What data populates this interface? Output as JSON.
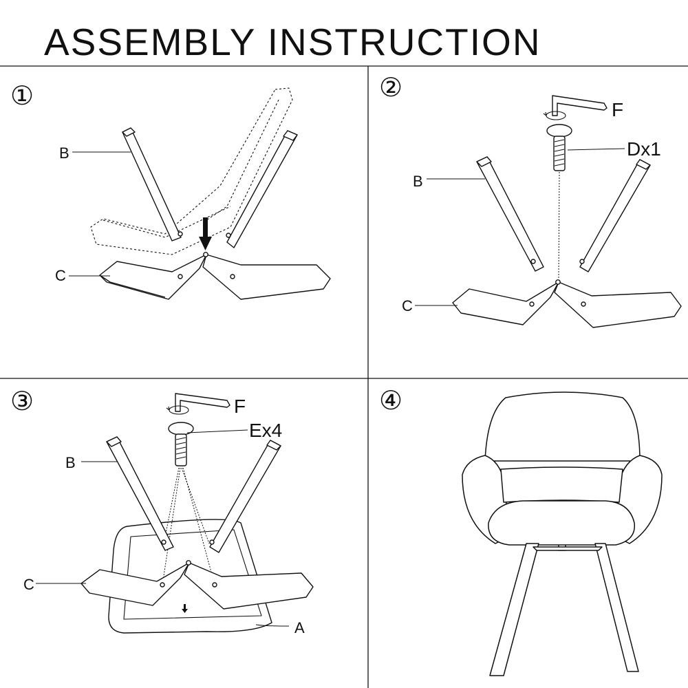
{
  "title": "ASSEMBLY INSTRUCTION",
  "steps": [
    {
      "number": "①",
      "labels": {
        "B": "B",
        "C": "C"
      }
    },
    {
      "number": "②",
      "labels": {
        "B": "B",
        "C": "C",
        "tool": "F",
        "bolt": "Dx1"
      }
    },
    {
      "number": "③",
      "labels": {
        "B": "B",
        "C": "C",
        "tool": "F",
        "bolt": "Ex4",
        "seat": "A"
      }
    },
    {
      "number": "④"
    }
  ],
  "icons": [
    "allen-key-icon",
    "rotate-arrow-icon",
    "bolt-icon",
    "down-arrow-icon",
    "chair-icon"
  ]
}
